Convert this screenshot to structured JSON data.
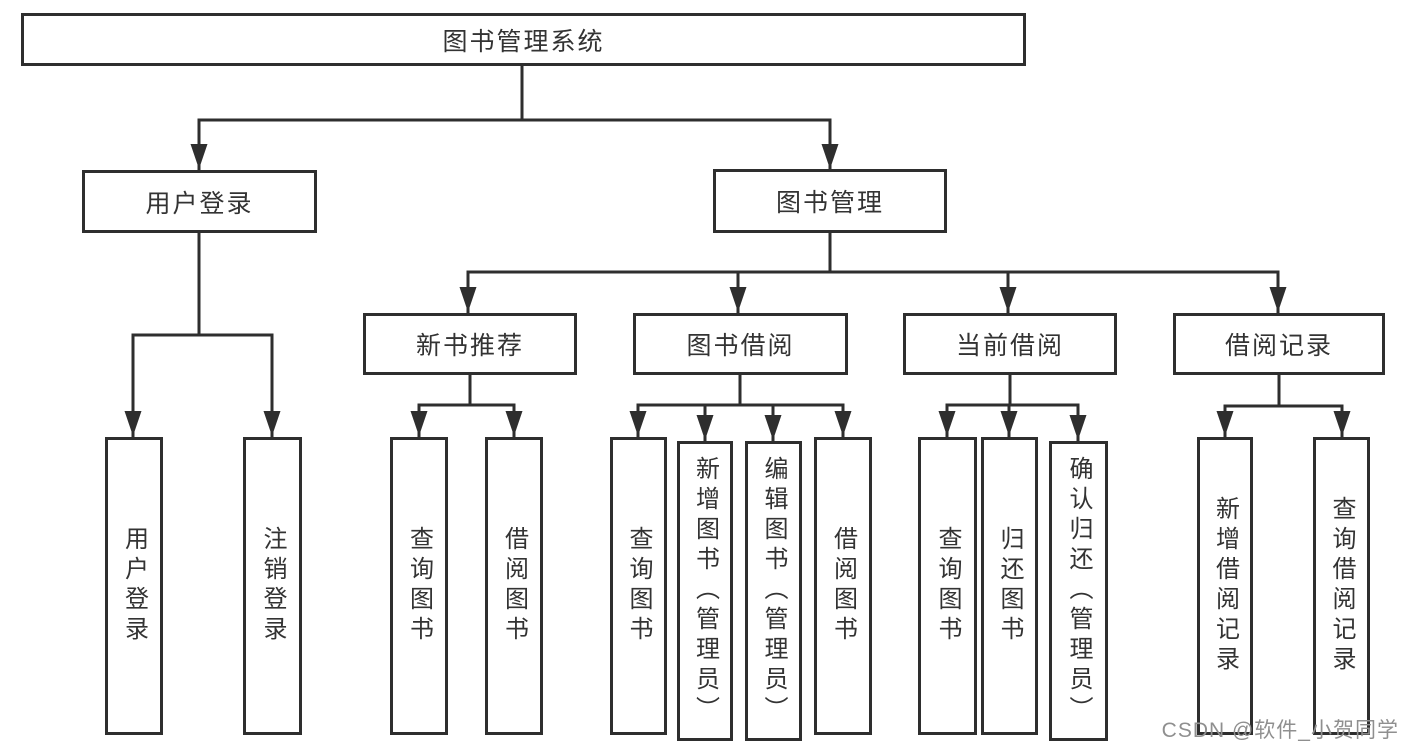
{
  "tree": {
    "root": {
      "label": "图书管理系统"
    },
    "level2": [
      {
        "label": "用户登录",
        "children": [
          {
            "label": "用户登录"
          },
          {
            "label": "注销登录"
          }
        ]
      },
      {
        "label": "图书管理",
        "children": [
          {
            "label": "新书推荐",
            "children": [
              {
                "label": "查询图书"
              },
              {
                "label": "借阅图书"
              }
            ]
          },
          {
            "label": "图书借阅",
            "children": [
              {
                "label": "查询图书"
              },
              {
                "label": "新增图书（管理员）"
              },
              {
                "label": "编辑图书（管理员）"
              },
              {
                "label": "借阅图书"
              }
            ]
          },
          {
            "label": "当前借阅",
            "children": [
              {
                "label": "查询图书"
              },
              {
                "label": "归还图书"
              },
              {
                "label": "确认归还（管理员）"
              }
            ]
          },
          {
            "label": "借阅记录",
            "children": [
              {
                "label": "新增借阅记录"
              },
              {
                "label": "查询借阅记录"
              }
            ]
          }
        ]
      }
    ]
  },
  "watermark": {
    "text": "CSDN @软件_小贺同学",
    "color": "#8f8f8f"
  },
  "colors": {
    "line": "#2e2e2e",
    "text": "#333333",
    "box_background": "#ffffff"
  }
}
